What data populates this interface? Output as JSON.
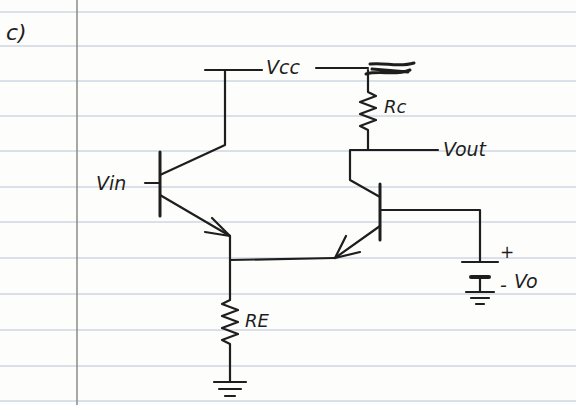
{
  "diagram": {
    "labels": [
      "c)",
      "Vcc",
      "Vin",
      "Rc",
      "Vout",
      "RE",
      "+",
      "-",
      "Vo"
    ]
  }
}
